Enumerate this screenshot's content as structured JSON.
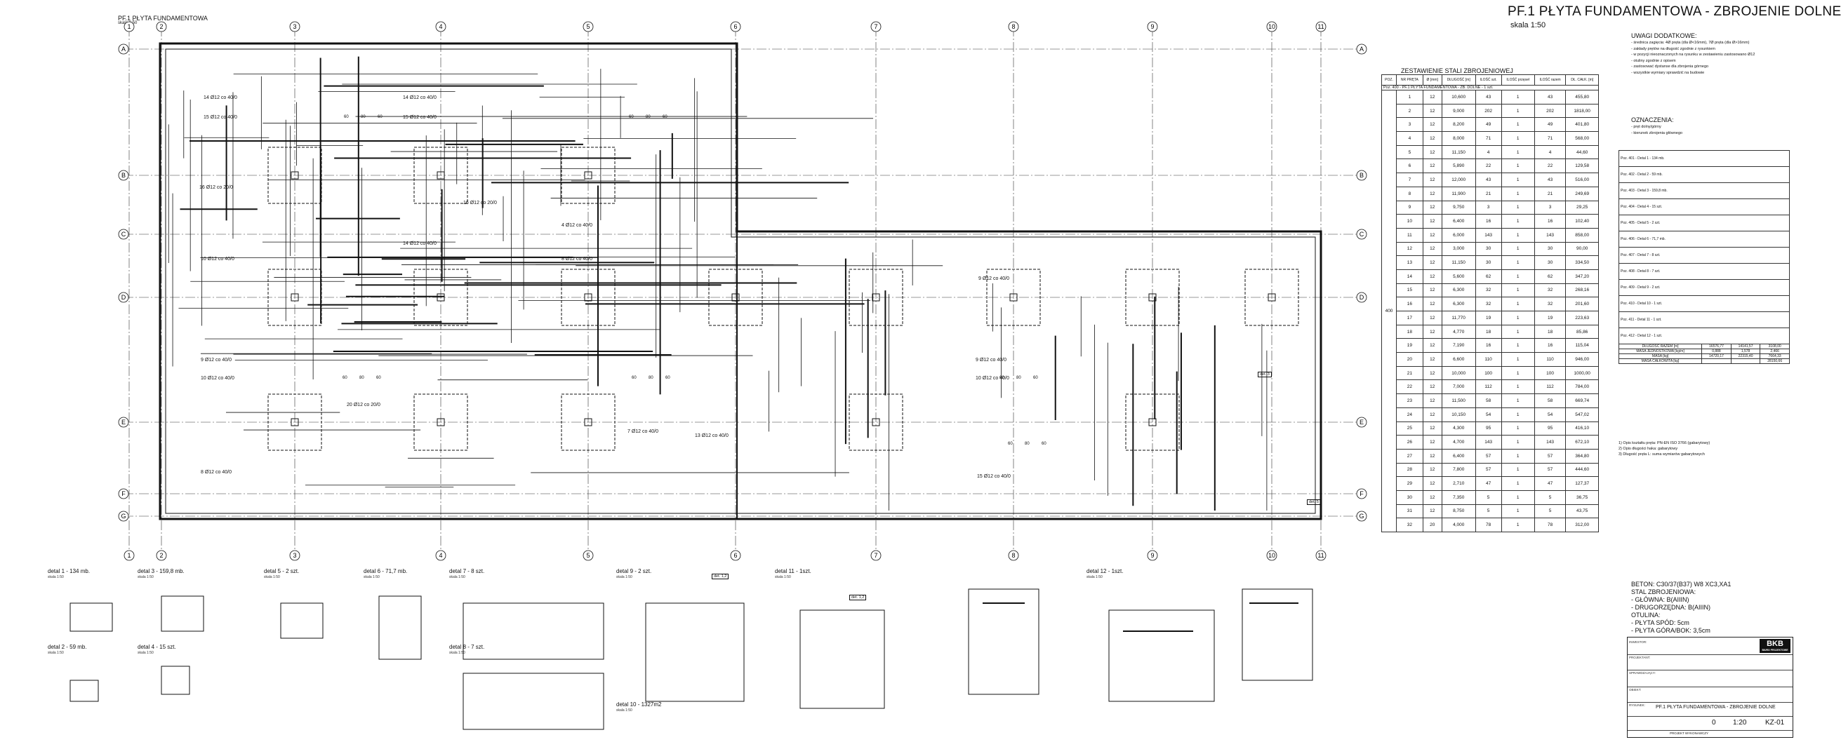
{
  "header": {
    "title": "PF.1 PŁYTA FUNDAMENTOWA - ZBROJENIE DOLNE",
    "scale": "skala 1:50",
    "plan_label": "PF.1 PŁYTA FUNDAMENTOWA",
    "plan_sub": "skala 1:50"
  },
  "grid": {
    "rows": [
      "A",
      "B",
      "C",
      "D",
      "E",
      "F",
      "G"
    ],
    "cols": [
      "1",
      "2",
      "3",
      "4",
      "5",
      "6",
      "7",
      "8",
      "9",
      "10",
      "11"
    ]
  },
  "steel_table": {
    "title": "ZESTAWIENIE STALI ZBROJENIOWEJ",
    "headers": [
      "POZ.",
      "NR PRĘTA",
      "Ø [mm]",
      "DŁUGOŚĆ [m]",
      "ILOŚĆ szt.",
      "ILOŚĆ przęseł",
      "ILOŚĆ razem",
      "DŁ. CAŁK. [m]"
    ],
    "section": "Poz. 400 - PF.1 PŁYTA FUNDAMENTOWA - ZB. DOLNE - 1 szt.",
    "group_label": "400",
    "rows": [
      [
        "1",
        "12",
        "10,600",
        "43",
        "1",
        "43",
        "455,80"
      ],
      [
        "2",
        "12",
        "9,000",
        "202",
        "1",
        "202",
        "1818,00"
      ],
      [
        "3",
        "12",
        "8,200",
        "49",
        "1",
        "49",
        "401,80"
      ],
      [
        "4",
        "12",
        "8,000",
        "71",
        "1",
        "71",
        "568,00"
      ],
      [
        "5",
        "12",
        "11,150",
        "4",
        "1",
        "4",
        "44,60"
      ],
      [
        "6",
        "12",
        "5,890",
        "22",
        "1",
        "22",
        "129,58"
      ],
      [
        "7",
        "12",
        "12,000",
        "43",
        "1",
        "43",
        "516,00"
      ],
      [
        "8",
        "12",
        "11,900",
        "21",
        "1",
        "21",
        "249,69"
      ],
      [
        "9",
        "12",
        "9,750",
        "3",
        "1",
        "3",
        "29,25"
      ],
      [
        "10",
        "12",
        "6,400",
        "16",
        "1",
        "16",
        "102,40"
      ],
      [
        "11",
        "12",
        "6,000",
        "143",
        "1",
        "143",
        "858,00"
      ],
      [
        "12",
        "12",
        "3,000",
        "30",
        "1",
        "30",
        "90,00"
      ],
      [
        "13",
        "12",
        "11,150",
        "30",
        "1",
        "30",
        "334,50"
      ],
      [
        "14",
        "12",
        "5,600",
        "62",
        "1",
        "62",
        "347,20"
      ],
      [
        "15",
        "12",
        "6,300",
        "32",
        "1",
        "32",
        "268,16"
      ],
      [
        "16",
        "12",
        "6,300",
        "32",
        "1",
        "32",
        "201,60"
      ],
      [
        "17",
        "12",
        "11,770",
        "19",
        "1",
        "19",
        "223,63"
      ],
      [
        "18",
        "12",
        "4,770",
        "18",
        "1",
        "18",
        "85,86"
      ],
      [
        "19",
        "12",
        "7,190",
        "16",
        "1",
        "16",
        "115,04"
      ],
      [
        "20",
        "12",
        "6,600",
        "110",
        "1",
        "110",
        "946,00"
      ],
      [
        "21",
        "12",
        "10,000",
        "100",
        "1",
        "100",
        "1000,00"
      ],
      [
        "22",
        "12",
        "7,000",
        "112",
        "1",
        "112",
        "784,00"
      ],
      [
        "23",
        "12",
        "11,500",
        "58",
        "1",
        "58",
        "669,74"
      ],
      [
        "24",
        "12",
        "10,150",
        "54",
        "1",
        "54",
        "547,02"
      ],
      [
        "25",
        "12",
        "4,300",
        "95",
        "1",
        "95",
        "416,10"
      ],
      [
        "26",
        "12",
        "4,700",
        "143",
        "1",
        "143",
        "672,10"
      ],
      [
        "27",
        "12",
        "6,400",
        "57",
        "1",
        "57",
        "364,80"
      ],
      [
        "28",
        "12",
        "7,800",
        "57",
        "1",
        "57",
        "444,60"
      ],
      [
        "29",
        "12",
        "2,710",
        "47",
        "1",
        "47",
        "127,37"
      ],
      [
        "30",
        "12",
        "7,350",
        "5",
        "1",
        "5",
        "36,75"
      ],
      [
        "31",
        "12",
        "8,750",
        "5",
        "1",
        "5",
        "43,75"
      ],
      [
        "32",
        "20",
        "4,000",
        "78",
        "1",
        "78",
        "312,00"
      ]
    ]
  },
  "notes": {
    "title": "UWAGI DODATKOWE:",
    "lines": [
      "- średnica zagięcia: 4Ø pręta (dla Ø<16mm), 7Ø pręta (dla Ø>16mm)",
      "- zakłady prętów na długość zgodnie z rysunkiem",
      "- w pozycji nieoznaczonych na rysunku w zestawieniu zastosowano Ø12",
      "- otuliny zgodnie z opisem",
      "- zastosować dystanse dla zbrojenia górnego",
      "- wszystkie wymiary sprawdzić na budowie"
    ],
    "legend_title": "OZNACZENIA:",
    "legend_lines": [
      "- pręt dolny/górny",
      "- kierunek zbrojenia głównego"
    ]
  },
  "bending_table": {
    "sections": [
      "Poz. 401 - Detal 1 - 134 mb.",
      "Poz. 402 - Detal 2 - 59 mb.",
      "Poz. 403 - Detal 3 - 159,8 mb.",
      "Poz. 404 - Detal 4 - 15 szt.",
      "Poz. 405 - Detal 5 - 2 szt.",
      "Poz. 406 - Detal 6 - 71,7 mb.",
      "Poz. 407 - Detal 7 - 8 szt.",
      "Poz. 408 - Detal 8 - 7 szt.",
      "Poz. 409 - Detal 9 - 2 szt.",
      "Poz. 410 - Detal 10 - 1 szt.",
      "Poz. 411 - Detal 11 - 1 szt.",
      "Poz. 412 - Detal 12 - 1 szt."
    ],
    "totals": [
      [
        "DŁUGOŚĆ RAZEM [m]",
        "16576,77",
        "14141,57",
        "3108,00"
      ],
      [
        "MASA JEDNOSTKOWA [kg/m]",
        "0,888",
        "1,578",
        "2,466"
      ],
      [
        "MASA [kg]",
        "14720,17",
        "22315,40",
        "7664,33"
      ],
      [
        "MASA CAŁKOWITA [kg]",
        "",
        "",
        "28150,66"
      ]
    ],
    "footnotes": [
      "1) Opis kształtu pręta: PN-EN ISO 3766 (gabarytowy)",
      "2) Opis długości haka: gabarytowy",
      "3) Długość pręta L: suma wymiarów gabarytowych"
    ]
  },
  "spec": {
    "concrete": "BETON:  C30/37(B37) W8 XC3,XA1",
    "steel_title": "STAL ZBROJENIOWA:",
    "steel_main": "- GŁÓWNA: B(AIIIN)",
    "steel_secondary": "- DRUGORZĘDNA: B(AIIIN)",
    "cover_title": "OTULINA:",
    "cover_bottom": "- PŁYTA SPÓD: 5cm",
    "cover_top": "- PŁYTA GÓRA/BOK: 3,5cm"
  },
  "title_block": {
    "logo": "BKB",
    "logo_sub": "BIURO PROJEKTOWE",
    "labels": [
      "INWESTOR:",
      "PROJEKTANT:",
      "SPRAWDZAJĄCY:",
      "OBIEKT:",
      "RYSUNEK:"
    ],
    "drawing_name": "PF.1 PŁYTA FUNDAMENTOWA - ZBROJENIE DOLNE",
    "rev": "0",
    "scale": "1:20",
    "number": "KZ-01",
    "footer": "PROJEKT WYKONAWCZY"
  },
  "details": [
    {
      "title": "detal 1 - 134 mb.",
      "sub": "skala 1:50"
    },
    {
      "title": "detal 2 - 59 mb.",
      "sub": "skala 1:50"
    },
    {
      "title": "detal 3 - 159,8 mb.",
      "sub": "skala 1:50"
    },
    {
      "title": "detal 4 - 15 szt.",
      "sub": "skala 1:50"
    },
    {
      "title": "detal 5 - 2 szt.",
      "sub": "skala 1:50"
    },
    {
      "title": "detal 6 - 71,7 mb.",
      "sub": "skala 1:50"
    },
    {
      "title": "detal 7 - 8 szt.",
      "sub": "skala 1:50"
    },
    {
      "title": "detal 8 - 7 szt.",
      "sub": "skala 1:50"
    },
    {
      "title": "detal 9 - 2 szt.",
      "sub": "skala 1:50"
    },
    {
      "title": "detal 10 - 1327m2",
      "sub": "skala 1:50"
    },
    {
      "title": "detal 11 - 1szt.",
      "sub": "skala 1:50"
    },
    {
      "title": "detal 12 - 1szt.",
      "sub": "skala 1:50"
    }
  ],
  "bar_labels": [
    "14 Ø12  co 40/0",
    "15 Ø12  co 40/0",
    "16 Ø12  co 20/0",
    "10 Ø12  co 40/0",
    "14 Ø12  co 40/0",
    "15 Ø12  co 40/0",
    "16 Ø12  co 20/0",
    "14 Ø12  co 40/0",
    "9 Ø12  co 40/0",
    "10 Ø12  co 40/0",
    "20 Ø12  co 20/0",
    "8 Ø12  co 40/0",
    "7 Ø12  co 40/0",
    "13 Ø12  co 40/0",
    "9 Ø12  co 40/0",
    "10 Ø12  co 40/0",
    "9 Ø12  co 40/0",
    "15 Ø12  co 40/0",
    "4 Ø12  co 40/0",
    "8 Ø12  co 40/0"
  ],
  "dim_labels": [
    "60",
    "80",
    "60"
  ],
  "aux_labels": [
    "det. 1,2",
    "det. 1,2",
    "det. 3",
    "det. 5"
  ]
}
